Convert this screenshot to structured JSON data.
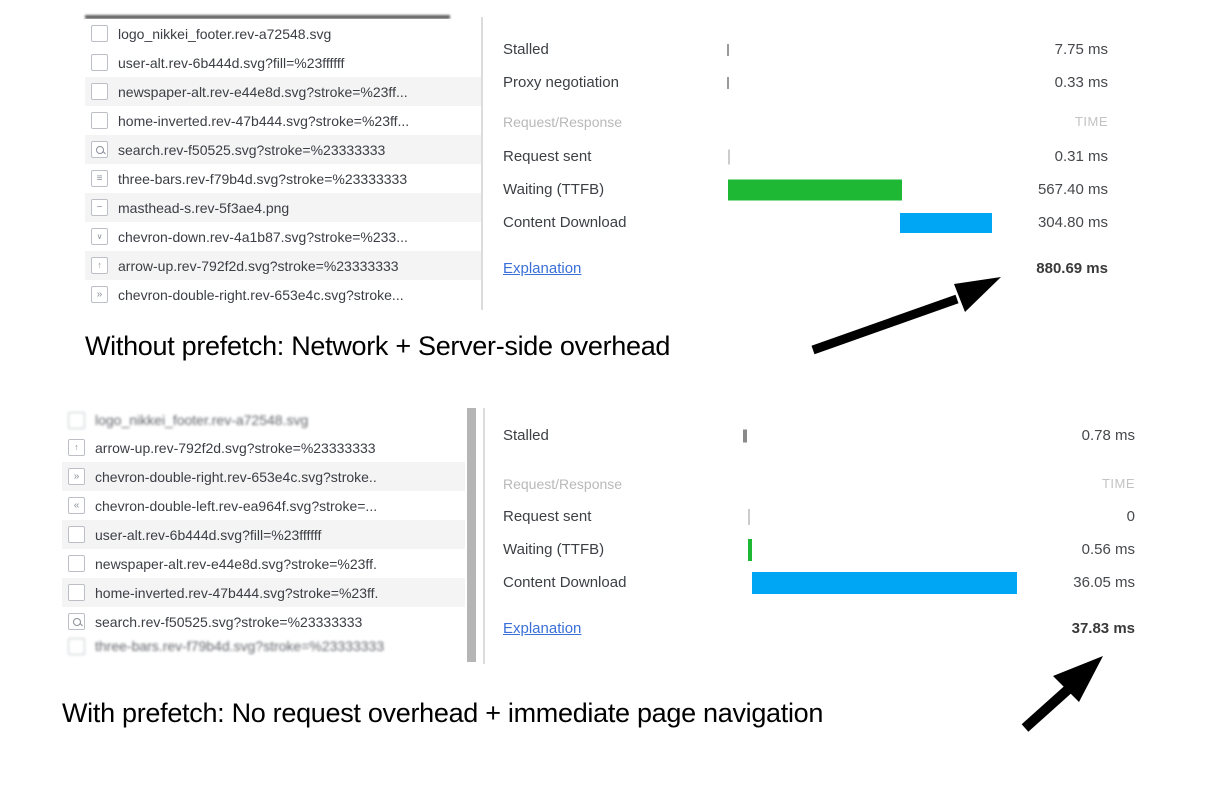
{
  "colors": {
    "waiting_green": "#1eb835",
    "download_blue": "#00a6f4",
    "tick_gray": "#9b9b9b",
    "tick_dark": "#8a8a8a",
    "tick_light": "#cccccc",
    "link_blue": "#3a6fd8"
  },
  "without": {
    "files": [
      {
        "label": "logo_nikkei_footer.rev-a72548.svg",
        "glyph": ""
      },
      {
        "label": "user-alt.rev-6b444d.svg?fill=%23ffffff",
        "glyph": ""
      },
      {
        "label": "newspaper-alt.rev-e44e8d.svg?stroke=%23ff...",
        "glyph": ""
      },
      {
        "label": "home-inverted.rev-47b444.svg?stroke=%23ff...",
        "glyph": ""
      },
      {
        "label": "search.rev-f50525.svg?stroke=%23333333",
        "glyph": ""
      },
      {
        "label": "three-bars.rev-f79b4d.svg?stroke=%23333333",
        "glyph": "≡"
      },
      {
        "label": "masthead-s.rev-5f3ae4.png",
        "glyph": "−"
      },
      {
        "label": "chevron-down.rev-4a1b87.svg?stroke=%233...",
        "glyph": "∨"
      },
      {
        "label": "arrow-up.rev-792f2d.svg?stroke=%23333333",
        "glyph": "↑"
      },
      {
        "label": "chevron-double-right.rev-653e4c.svg?stroke...",
        "glyph": "»"
      }
    ],
    "timing": [
      {
        "label": "Stalled",
        "value": "7.75 ms"
      },
      {
        "label": "Proxy negotiation",
        "value": "0.33 ms"
      },
      {
        "label": "Request/Response",
        "value": "TIME"
      },
      {
        "label": "Request sent",
        "value": "0.31 ms"
      },
      {
        "label": "Waiting (TTFB)",
        "value": "567.40 ms"
      },
      {
        "label": "Content Download",
        "value": "304.80 ms"
      },
      {
        "label": "Explanation",
        "value": "880.69 ms"
      }
    ],
    "caption": "Without prefetch: Network + Server-side overhead"
  },
  "with": {
    "files": [
      {
        "label": "logo_nikkei_footer.rev-a72548.svg",
        "glyph": ""
      },
      {
        "label": "arrow-up.rev-792f2d.svg?stroke=%23333333",
        "glyph": "↑"
      },
      {
        "label": "chevron-double-right.rev-653e4c.svg?stroke..",
        "glyph": "»"
      },
      {
        "label": "chevron-double-left.rev-ea964f.svg?stroke=...",
        "glyph": "«"
      },
      {
        "label": "user-alt.rev-6b444d.svg?fill=%23ffffff",
        "glyph": ""
      },
      {
        "label": "newspaper-alt.rev-e44e8d.svg?stroke=%23ff.",
        "glyph": ""
      },
      {
        "label": "home-inverted.rev-47b444.svg?stroke=%23ff.",
        "glyph": ""
      },
      {
        "label": "search.rev-f50525.svg?stroke=%23333333",
        "glyph": ""
      },
      {
        "label": "three-bars.rev-f79b4d.svg?stroke=%23333333",
        "glyph": ""
      }
    ],
    "timing": [
      {
        "label": "Stalled",
        "value": "0.78 ms"
      },
      {
        "label": "Request/Response",
        "value": "TIME"
      },
      {
        "label": "Request sent",
        "value": "0"
      },
      {
        "label": "Waiting (TTFB)",
        "value": "0.56 ms"
      },
      {
        "label": "Content Download",
        "value": "36.05 ms"
      },
      {
        "label": "Explanation",
        "value": "37.83 ms"
      }
    ],
    "caption": "With prefetch: No request overhead + immediate page navigation"
  }
}
